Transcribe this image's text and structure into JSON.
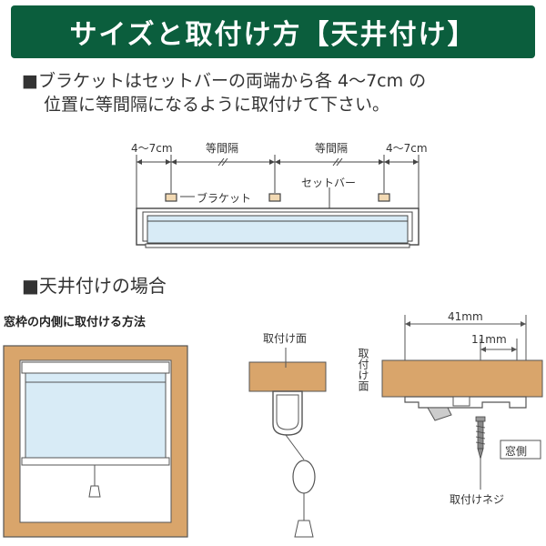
{
  "header": {
    "title": "サイズと取付け方【天井付け】"
  },
  "instructions": {
    "line1": "■ブラケットはセットバーの両端から各 4〜7cm の",
    "line2": "位置に等間隔になるように取付けて下さい。"
  },
  "top_diagram": {
    "dim_left": "4〜7cm",
    "dim_mid_left": "等間隔",
    "dim_mid_right": "等間隔",
    "dim_right": "4〜7cm",
    "bracket_label": "ブラケット",
    "setbar_label": "セットバー"
  },
  "section": {
    "title": "■天井付けの場合"
  },
  "window_diagram": {
    "title": "窓枠の内側に取付ける方法"
  },
  "side_diagram": {
    "mount_surface": "取付け面"
  },
  "detail_diagram": {
    "dim_total": "41mm",
    "dim_screw": "11mm",
    "mount_surface": "取付け面",
    "window_side": "窓側",
    "screw_label": "取付けネジ"
  },
  "colors": {
    "banner_bg": "#0b5e3d",
    "wood": "#d9a56b",
    "blind_blue": "#d8ebf6",
    "line": "#444444"
  }
}
